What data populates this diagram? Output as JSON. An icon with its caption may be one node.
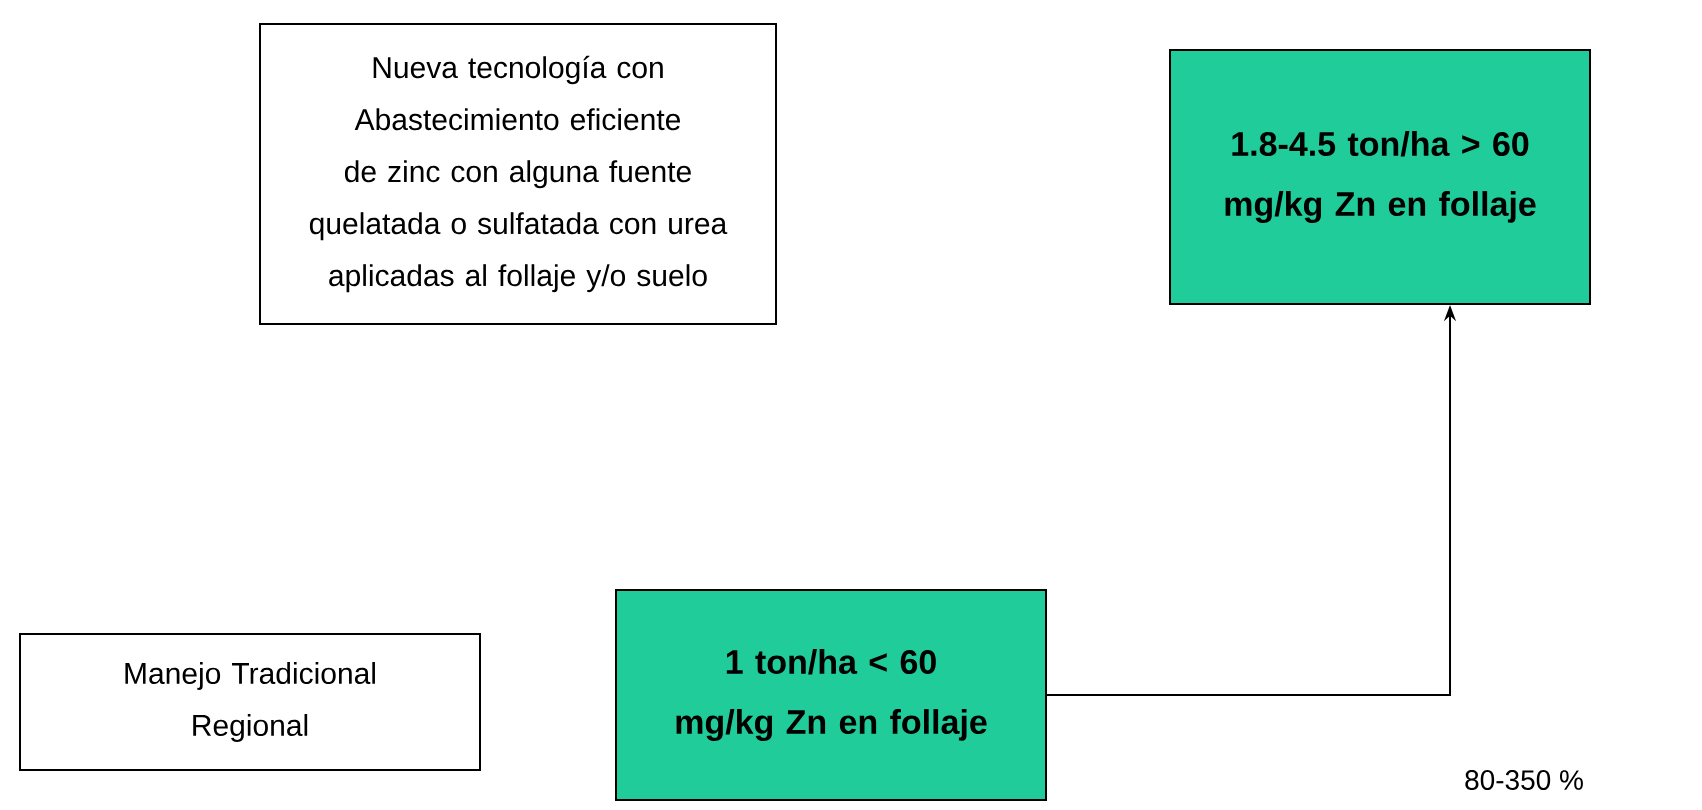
{
  "diagram": {
    "nodes": [
      {
        "text": [
          "Nueva tecnología con Abastecimiento eficiente de zinc con alguna fuente quelatada o sulfatada con urea aplicadas al follaje y/o suelo"
        ]
      },
      {
        "text": [
          "1.8-4.5 ton/ha > 60 mg/kg Zn en follaje"
        ]
      },
      {
        "text": [
          "Manejo Tradicional Regional"
        ]
      },
      {
        "text": [
          "1 ton/ha < 60 mg/kg Zn en follaje"
        ]
      }
    ],
    "edges": [
      {
        "from": 3,
        "to": 1,
        "arrow": "to"
      }
    ],
    "labels": [
      "80-350 %"
    ]
  }
}
